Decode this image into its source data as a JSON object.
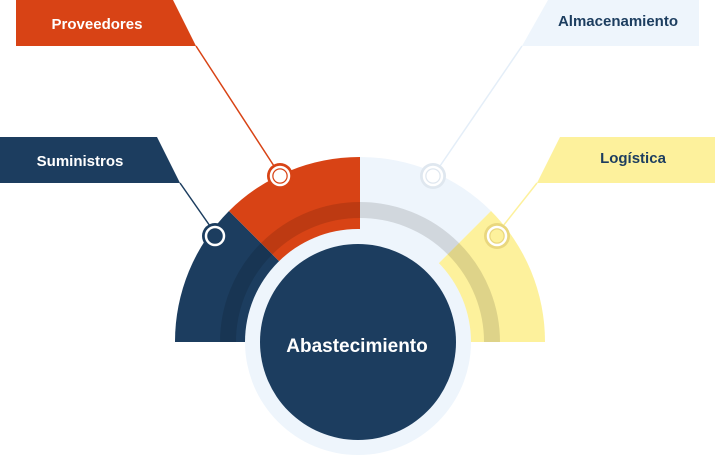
{
  "diagram": {
    "center": {
      "label": "Abastecimiento"
    },
    "segments": [
      {
        "id": "suministros",
        "label": "Suministros",
        "color": "#1c3d5f",
        "text_color": "#ffffff"
      },
      {
        "id": "proveedores",
        "label": "Proveedores",
        "color": "#d84315",
        "text_color": "#ffffff"
      },
      {
        "id": "almacenamiento",
        "label": "Almacenamiento",
        "color": "#eef5fc",
        "text_color": "#1c3d5f"
      },
      {
        "id": "logistica",
        "label": "Logística",
        "color": "#fdf19c",
        "text_color": "#1c3d5f"
      }
    ],
    "colors": {
      "navy": "#1c3d5f",
      "orange": "#d84315",
      "light_blue": "#eef5fc",
      "yellow": "#fdf19c",
      "halo": "#eef5fc"
    }
  }
}
